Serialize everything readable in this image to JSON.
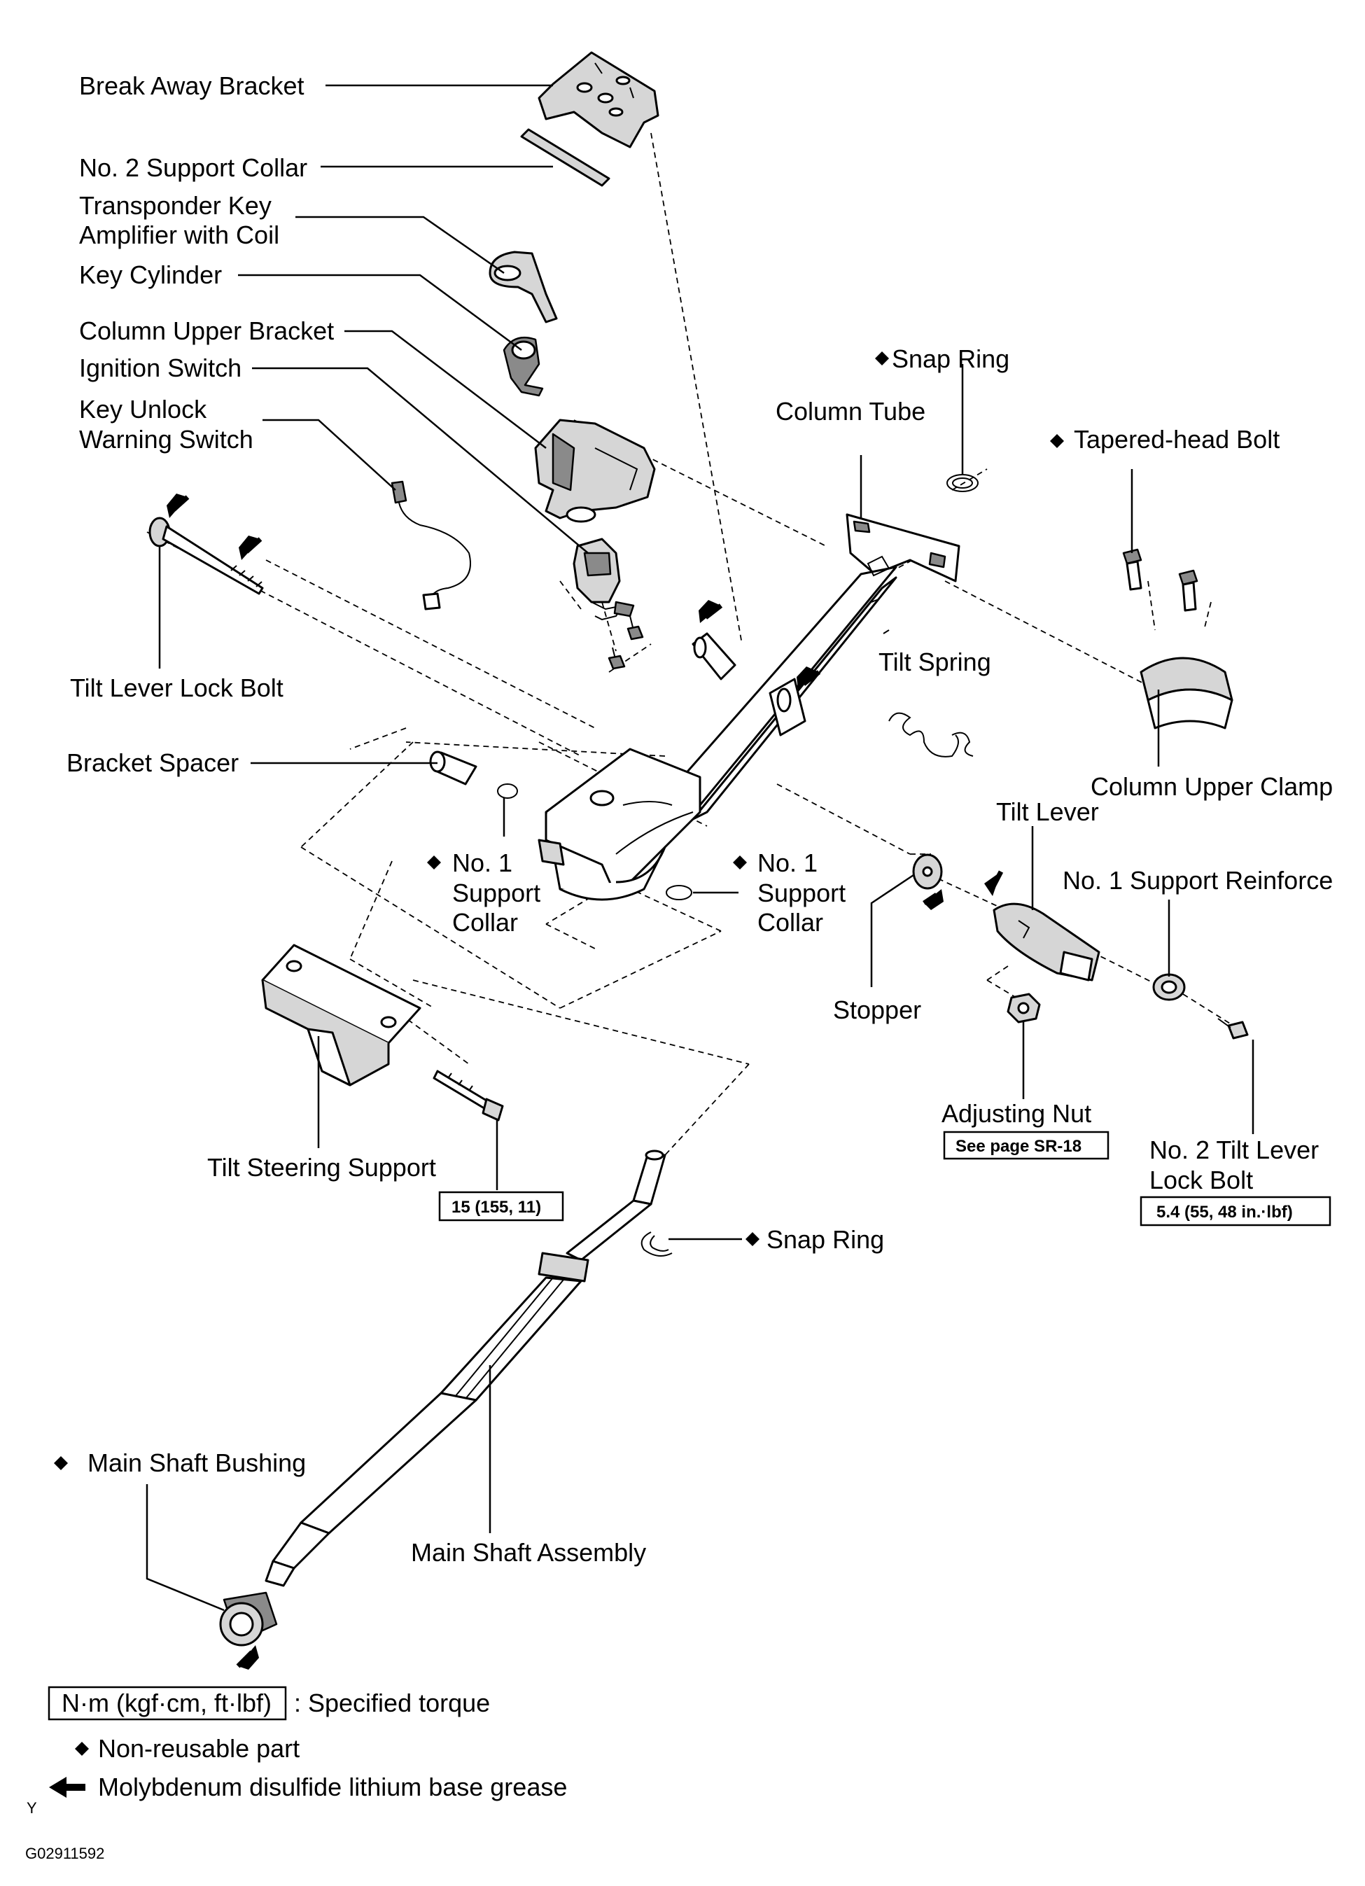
{
  "labels": {
    "break_away_bracket": "Break Away Bracket",
    "no2_support_collar": "No. 2 Support Collar",
    "transponder_line1": "Transponder Key",
    "transponder_line2": "Amplifier with Coil",
    "key_cylinder": "Key Cylinder",
    "column_upper_bracket": "Column Upper Bracket",
    "ignition_switch": "Ignition Switch",
    "key_unlock_line1": "Key Unlock",
    "key_unlock_line2": "Warning Switch",
    "tilt_lever_lock_bolt": "Tilt Lever Lock Bolt",
    "snap_ring_top": "Snap Ring",
    "column_tube": "Column Tube",
    "tapered_head_bolt": "Tapered-head  Bolt",
    "tilt_spring": "Tilt Spring",
    "column_upper_clamp": "Column Upper Clamp",
    "bracket_spacer": "Bracket Spacer",
    "tilt_lever": "Tilt Lever",
    "no1_support_reinforce": "No. 1 Support Reinforce",
    "support_collar_left_1": "No. 1",
    "support_collar_left_2": "Support",
    "support_collar_left_3": "Collar",
    "support_collar_right_1": "No. 1",
    "support_collar_right_2": "Support",
    "support_collar_right_3": "Collar",
    "stopper": "Stopper",
    "adjusting_nut": "Adjusting Nut",
    "see_page": "See page SR-18",
    "no2_tilt_lever_line1": "No. 2 Tilt Lever",
    "no2_tilt_lever_line2": "Lock Bolt",
    "torque_no2_tilt": "5.4 (55, 48 in.·lbf)",
    "tilt_steering_support": "Tilt Steering Support",
    "torque_support": "15 (155, 11)",
    "snap_ring_bottom": "Snap Ring",
    "main_shaft_bushing": "Main Shaft Bushing",
    "main_shaft_assembly": "Main Shaft Assembly"
  },
  "legend": {
    "torque_unit": "N·m (kgf·cm, ft·lbf)",
    "torque_desc": ": Specified torque",
    "nonreusable": "Non-reusable part",
    "grease": "Molybdenum disulfide lithium base grease"
  },
  "footer": {
    "mark": "Y",
    "figure_code": "G02911592"
  },
  "icons": {
    "diamond": "non-reusable-diamond-icon",
    "arrow": "grease-arrow-icon"
  },
  "colors": {
    "ink": "#000000",
    "shade": "#d6d6d6",
    "dark_shade": "#8a8a8a"
  }
}
